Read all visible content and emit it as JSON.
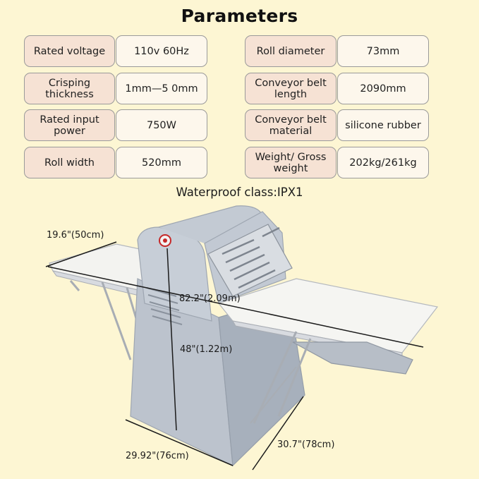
{
  "title": "Parameters",
  "params": {
    "left": [
      {
        "label": "Rated voltage",
        "value": "110v 60Hz"
      },
      {
        "label": "Crisping thickness",
        "value": "1mm—5 0mm"
      },
      {
        "label": "Rated input power",
        "value": "750W"
      },
      {
        "label": "Roll width",
        "value": "520mm"
      }
    ],
    "right": [
      {
        "label": "Roll diameter",
        "value": "73mm"
      },
      {
        "label": "Conveyor belt length",
        "value": "2090mm"
      },
      {
        "label": "Conveyor belt material",
        "value": "silicone rubber"
      },
      {
        "label": "Weight/ Gross weight",
        "value": "202kg/261kg"
      }
    ]
  },
  "waterproof": "Waterproof class:IPX1",
  "dimensions": {
    "belt_width": "19.6\"(50cm)",
    "length": "82.2\"(2.09m)",
    "height": "48\"(1.22m)",
    "base_width": "29.92\"(76cm)",
    "base_depth": "30.7\"(78cm)"
  },
  "colors": {
    "background": "#fdf6d3",
    "label_cell": "#f6e2d4",
    "value_cell": "#fdf7ec",
    "machine_body": "#b8c0cc",
    "belt": "#f4f4f2"
  }
}
